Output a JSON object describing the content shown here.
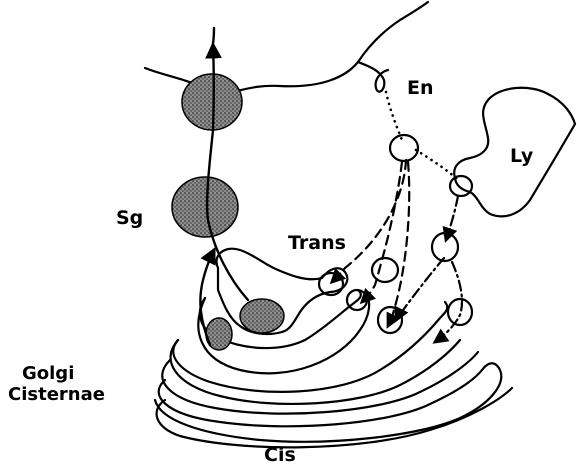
{
  "labels": {
    "en": "En",
    "ly": "Ly",
    "sg": "Sg",
    "trans": "Trans",
    "golgi_line1": "Golgi",
    "golgi_line2": "Cisternae",
    "cis": "Cis"
  },
  "colors": {
    "ink": "#000000",
    "granule_fill": "#6a6a6a",
    "background": "#ffffff"
  }
}
